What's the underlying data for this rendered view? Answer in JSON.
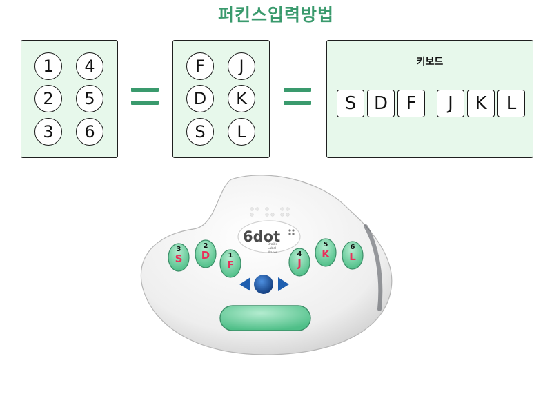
{
  "title": "퍼킨스입력방법",
  "numbers_panel": {
    "dots": [
      "1",
      "4",
      "2",
      "5",
      "3",
      "6"
    ]
  },
  "letters_panel": {
    "dots": [
      "F",
      "J",
      "D",
      "K",
      "S",
      "L"
    ]
  },
  "keyboard": {
    "label": "키보드",
    "keys": [
      "S",
      "D",
      "F",
      "J",
      "K",
      "L"
    ]
  },
  "device": {
    "brand": "6dot",
    "tagline": [
      "Braille",
      "Label",
      "Maker"
    ],
    "keys": [
      {
        "number": "3",
        "letter": "S"
      },
      {
        "number": "2",
        "letter": "D"
      },
      {
        "number": "1",
        "letter": "F"
      },
      {
        "number": "4",
        "letter": "J"
      },
      {
        "number": "5",
        "letter": "K"
      },
      {
        "number": "6",
        "letter": "L"
      }
    ]
  },
  "colors": {
    "accent": "#3a9a6d",
    "panel_bg": "#e7f8eb",
    "device_key": "#72d19f",
    "key_letter": "#e8305a",
    "nav_blue": "#1f5fb0"
  }
}
